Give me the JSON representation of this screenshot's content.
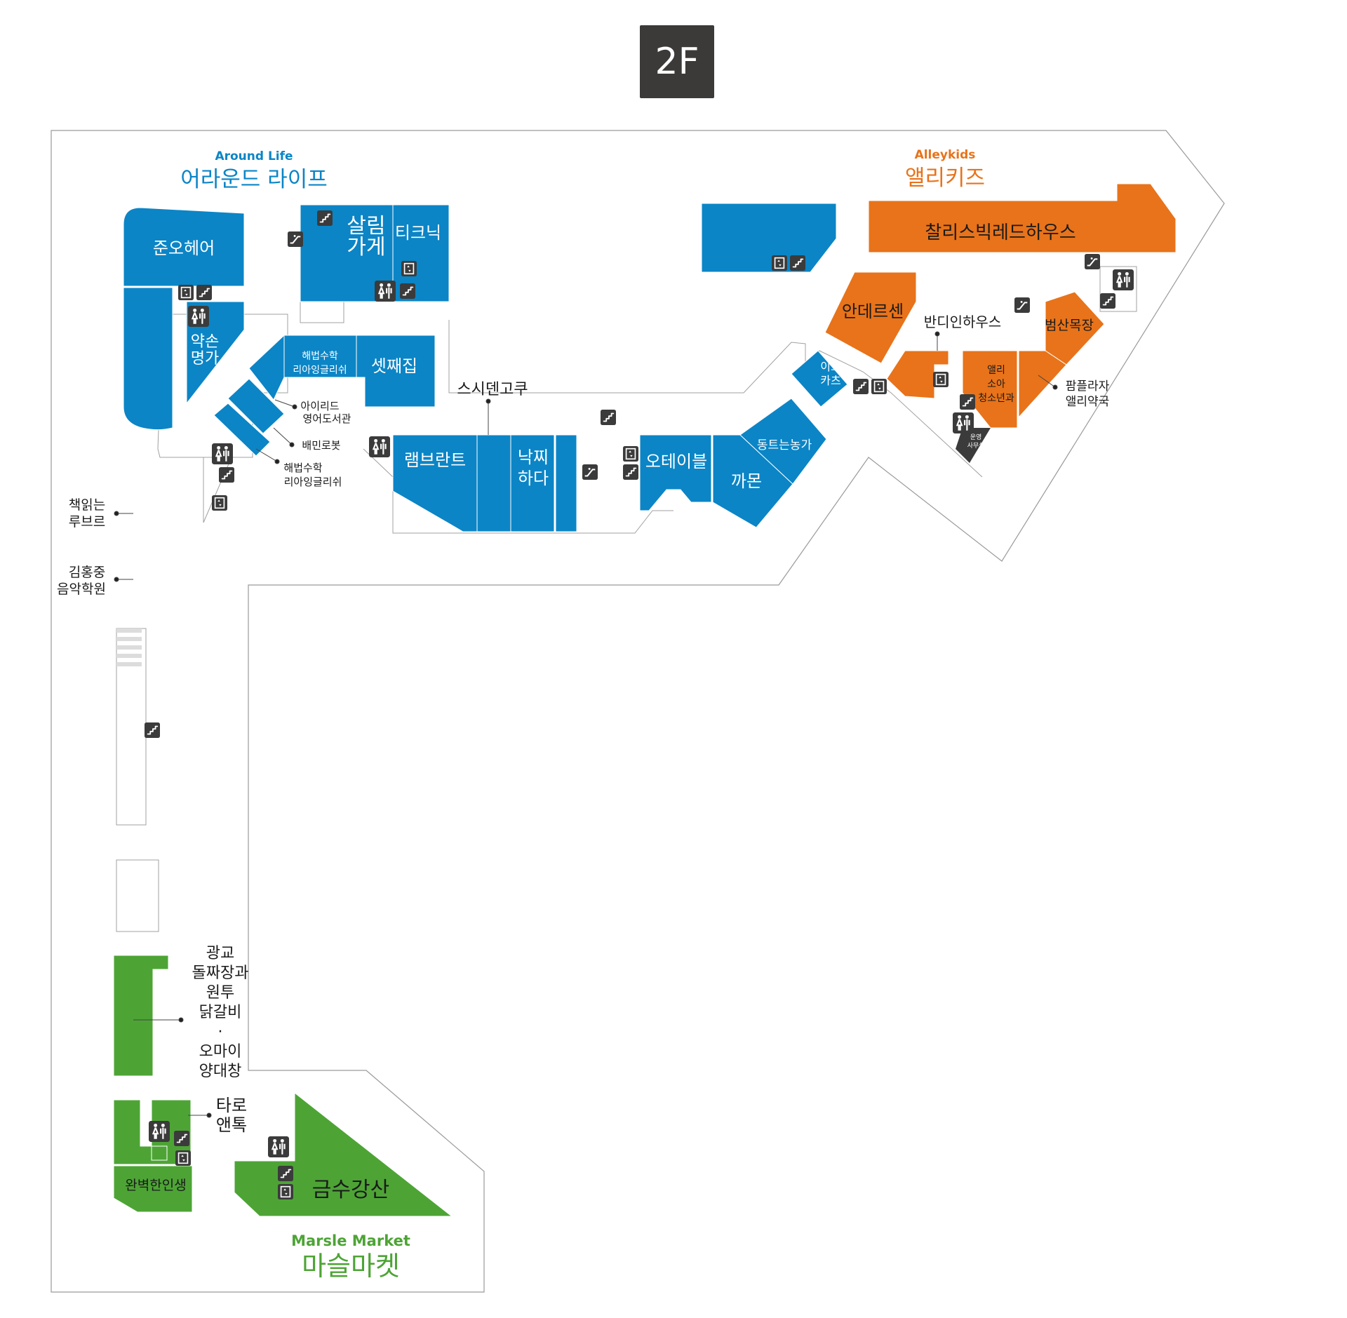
{
  "floor_label": "2F",
  "zones": {
    "around_life": {
      "name_en": "Around Life",
      "name_ko": "어라운드 라이프",
      "color": "#0b85c6"
    },
    "alleykids": {
      "name_en": "Alleykids",
      "name_ko": "앨리키즈",
      "color": "#e8731a"
    },
    "marsle": {
      "name_en": "Marsle Market",
      "name_ko": "마슬마켓",
      "color": "#4da435"
    }
  },
  "stores": {
    "junoheir": "준오헤어",
    "yakson_1": "약손",
    "yakson_2": "명가",
    "salim_1": "살림",
    "salim_2": "가게",
    "ticknick": "티크닉",
    "haebeop_top_1": "해법수학",
    "haebeop_top_2": "리아잉글리쉬",
    "setjjae": "셋째집",
    "iread_1": "아이리드",
    "iread_2": "영어도서관",
    "baemin": "배민로봇",
    "haebeop_b_1": "해법수학",
    "haebeop_b_2": "리아잉글리쉬",
    "scidengoku": "스시덴고쿠",
    "rembrandt": "램브란트",
    "nakjji_1": "낙찌",
    "nakjji_2": "하다",
    "otable": "오테이블",
    "kkamon": "까몬",
    "dongtteun": "동트는농가",
    "io_1": "이오",
    "io_2": "카츠",
    "charlie": "찰리스빅레드하우스",
    "andersen": "안데르센",
    "bandi": "반디인하우스",
    "beomsan": "범산목장",
    "alley_youth_1": "앨리",
    "alley_youth_2": "소아",
    "alley_youth_3": "청소년과",
    "pampla_1": "팜플라자",
    "pampla_2": "앨리약국",
    "office_1": "운영",
    "office_2": "사무실",
    "book_1": "책읽는",
    "book_2": "루브르",
    "kim_1": "김홍중",
    "kim_2": "음악학원",
    "gwanggyo_1": "광교",
    "gwanggyo_2": "돌짜장과",
    "gwanggyo_3": "원투",
    "gwanggyo_4": "닭갈비",
    "gwanggyo_5": "·",
    "gwanggyo_6": "오마이",
    "gwanggyo_7": "양대창",
    "taro_1": "타로",
    "taro_2": "앤톡",
    "wanbyeok": "완벽한인생",
    "geumsu": "금수강산"
  },
  "colors": {
    "badge": "#3c3a38",
    "outline": "#9a9a9a",
    "icon": "#3b3b3b"
  },
  "icons": [
    "restroom-icon",
    "stairs-icon",
    "elevator-icon",
    "escalator-icon"
  ]
}
